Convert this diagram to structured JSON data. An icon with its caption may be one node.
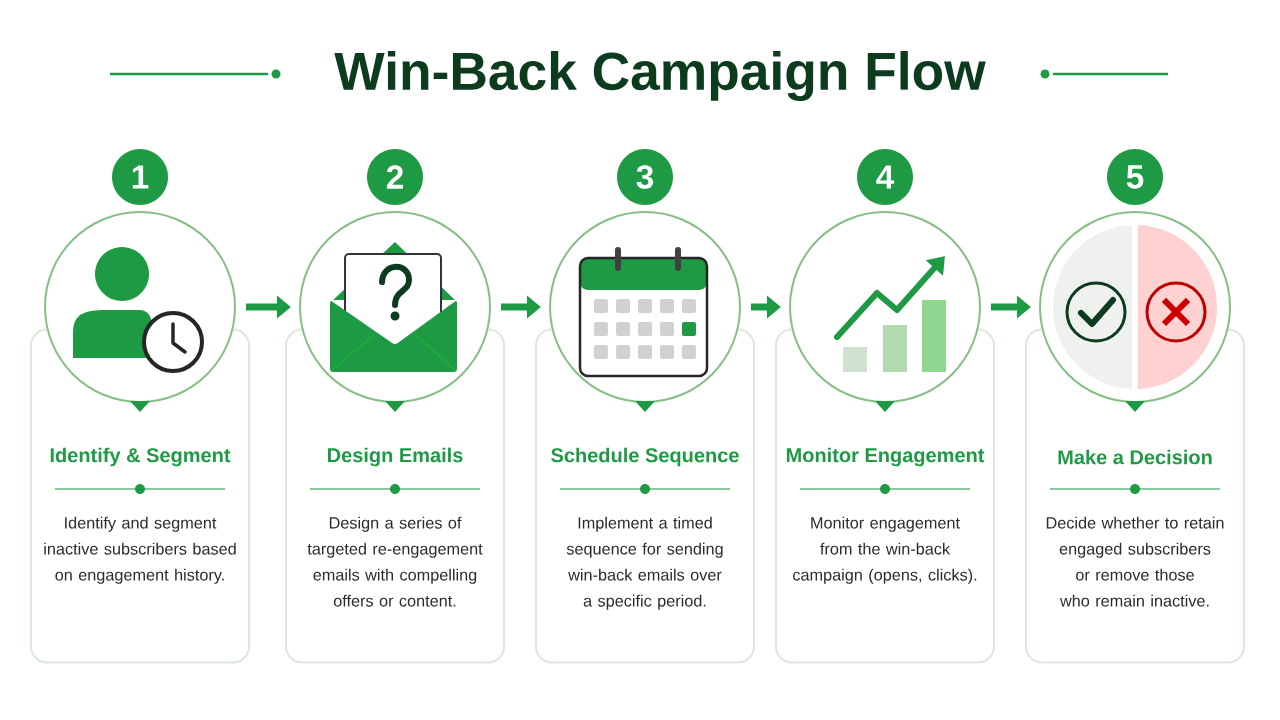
{
  "diagram": {
    "title": "Win-Back Campaign Flow",
    "nodes": [
      {
        "text": [
          "1"
        ]
      },
      {
        "text": [],
        "shape": "circle"
      },
      {
        "text": [
          "Identify & Segment",
          "Identify and segment inactive subscribers based on engagement history."
        ]
      },
      {
        "text": [
          "2"
        ]
      },
      {
        "text": [],
        "shape": "circle"
      },
      {
        "text": [
          "Design Emails",
          "Design a series of targeted re-engagement emails with compelling offers or content."
        ]
      },
      {
        "text": [
          "3"
        ]
      },
      {
        "text": [],
        "shape": "circle"
      },
      {
        "text": [
          "Schedule Sequence",
          "Implement a timed sequence for sending win-back emails over a specific period."
        ]
      },
      {
        "text": [
          "4"
        ]
      },
      {
        "text": [],
        "shape": "circle"
      },
      {
        "text": [
          "Monitor Engagement",
          "Monitor engagement from the win-back campaign (opens, clicks)."
        ]
      },
      {
        "text": [
          "5"
        ]
      },
      {
        "text": [],
        "shape": "circle"
      },
      {
        "text": [
          "Make a Decision",
          "Decide whether to retain engaged subscribers or remove those who remain inactive."
        ]
      }
    ],
    "edges": [
      {
        "from": 1,
        "to": 4,
        "arrow": "to"
      },
      {
        "from": 4,
        "to": 7,
        "arrow": "to"
      },
      {
        "from": 7,
        "to": 10,
        "arrow": "to"
      },
      {
        "from": 10,
        "to": 13,
        "arrow": "to"
      }
    ]
  }
}
